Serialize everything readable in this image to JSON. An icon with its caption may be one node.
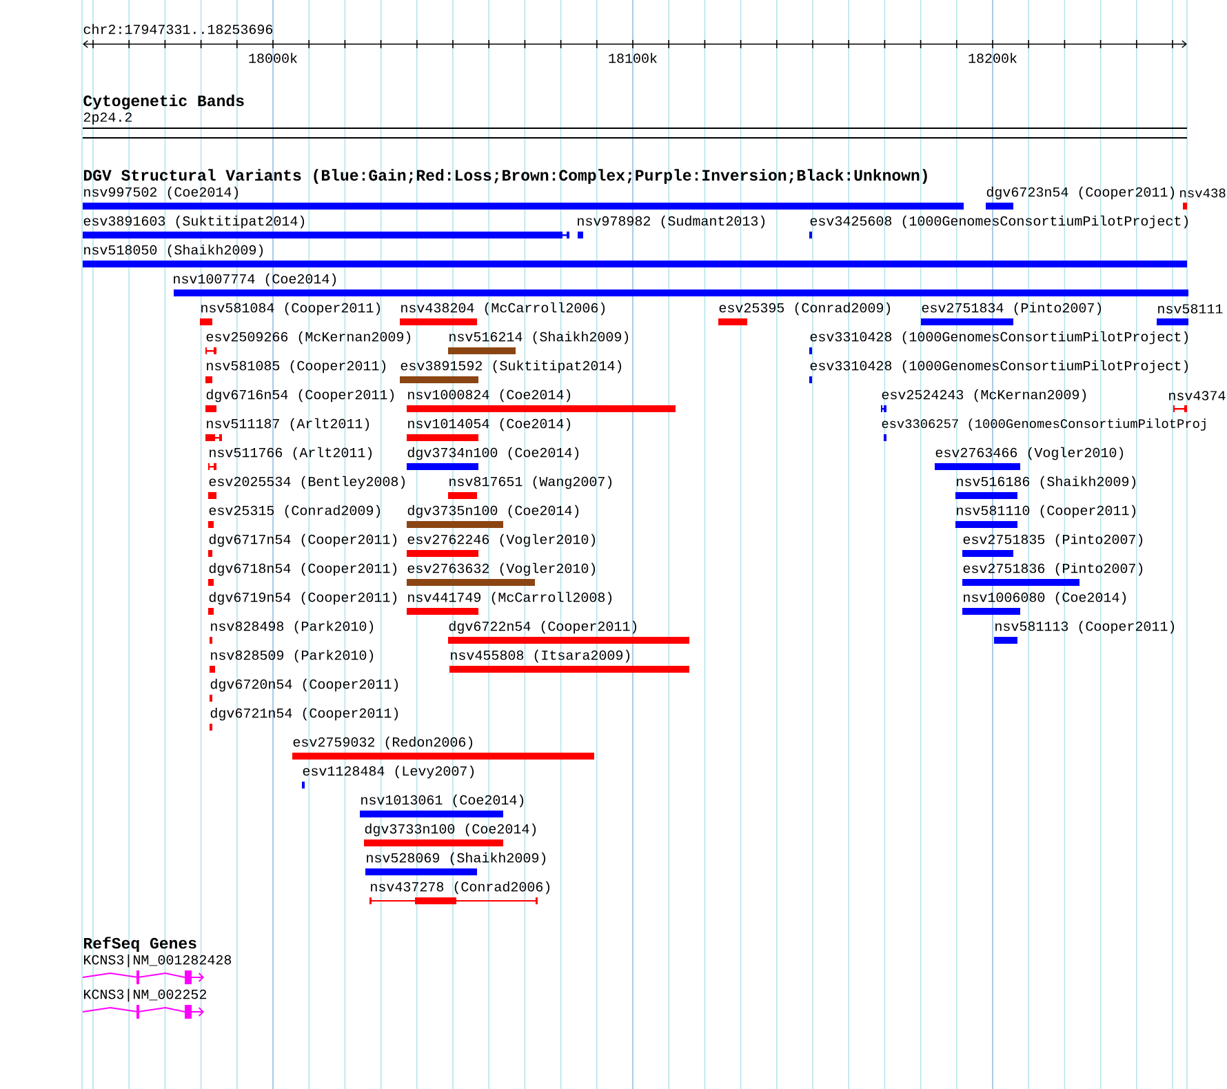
{
  "diagram": {
    "labels": [
      "chr2:17947331..18253696",
      "18000k",
      "18100k",
      "18200k",
      "Cytogenetic Bands",
      "2p24.2",
      "DGV Structural Variants (Blue:Gain;Red:Loss;Brown:Complex;Purple:Inversion;Black:Unknown)",
      "nsv997502 (Coe2014)",
      "dgv6723n54 (Cooper2011)",
      "nsv438",
      "esv3891603 (Suktitipat2014)",
      "nsv978982 (Sudmant2013)",
      "esv3425608 (1000GenomesConsortiumPilotProject)",
      "nsv518050 (Shaikh2009)",
      "nsv1007774 (Coe2014)",
      "nsv581084 (Cooper2011)",
      "nsv438204 (McCarroll2006)",
      "esv25395 (Conrad2009)",
      "esv2751834 (Pinto2007)",
      "nsv58111",
      "esv2509266 (McKernan2009)",
      "nsv516214 (Shaikh2009)",
      "esv3310428 (1000GenomesConsortiumPilotProject)",
      "nsv581085 (Cooper2011)",
      "esv3891592 (Suktitipat2014)",
      "esv3310428 (1000GenomesConsortiumPilotProject)",
      "dgv6716n54 (Cooper2011)",
      "nsv1000824 (Coe2014)",
      "esv2524243 (McKernan2009)",
      "nsv4374",
      "nsv511187 (Arlt2011)",
      "nsv1014054 (Coe2014)",
      "esv3306257 (1000GenomesConsortiumPilotProj",
      "nsv511766 (Arlt2011)",
      "dgv3734n100 (Coe2014)",
      "esv2763466 (Vogler2010)",
      "esv2025534 (Bentley2008)",
      "nsv817651 (Wang2007)",
      "nsv516186 (Shaikh2009)",
      "esv25315 (Conrad2009)",
      "dgv3735n100 (Coe2014)",
      "nsv581110 (Cooper2011)",
      "dgv6717n54 (Cooper2011)",
      "esv2762246 (Vogler2010)",
      "esv2751835 (Pinto2007)",
      "dgv6718n54 (Cooper2011)",
      "esv2763632 (Vogler2010)",
      "esv2751836 (Pinto2007)",
      "dgv6719n54 (Cooper2011)",
      "nsv441749 (McCarroll2008)",
      "nsv1006080 (Coe2014)",
      "nsv828498 (Park2010)",
      "dgv6722n54 (Cooper2011)",
      "nsv581113 (Cooper2011)",
      "nsv828509 (Park2010)",
      "nsv455808 (Itsara2009)",
      "dgv6720n54 (Cooper2011)",
      "dgv6721n54 (Cooper2011)",
      "esv2759032 (Redon2006)",
      "esv1128484 (Levy2007)",
      "nsv1013061 (Coe2014)",
      "dgv3733n100 (Coe2014)",
      "nsv528069 (Shaikh2009)",
      "nsv437278 (Conrad2006)",
      "RefSeq Genes",
      "KCNS3|NM_001282428",
      "KCNS3|NM_002252"
    ]
  }
}
